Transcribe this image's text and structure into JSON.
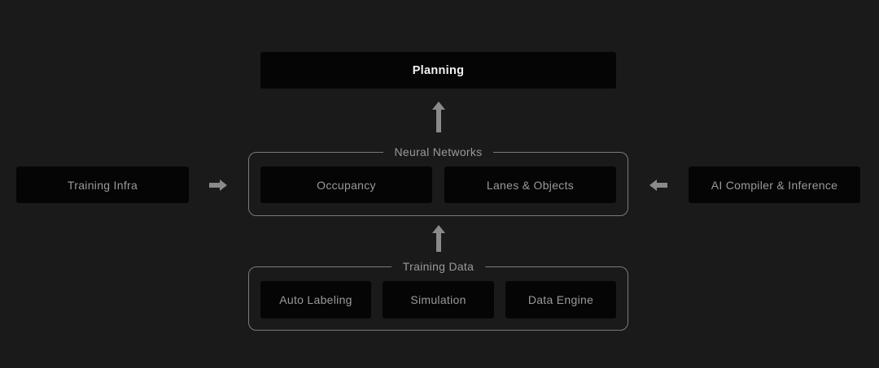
{
  "planning": {
    "label": "Planning"
  },
  "neural_networks": {
    "title": "Neural Networks",
    "items": [
      "Occupancy",
      "Lanes & Objects"
    ]
  },
  "training_data": {
    "title": "Training Data",
    "items": [
      "Auto Labeling",
      "Simulation",
      "Data Engine"
    ]
  },
  "left_input": {
    "label": "Training Infra"
  },
  "right_input": {
    "label": "AI Compiler & Inference"
  },
  "colors": {
    "background": "#1a1a1a",
    "box": "#050505",
    "border": "#7a7a7a",
    "text": "#9a9a9a",
    "primary_text": "#f2f2f2",
    "arrow": "#8a8a8a"
  }
}
